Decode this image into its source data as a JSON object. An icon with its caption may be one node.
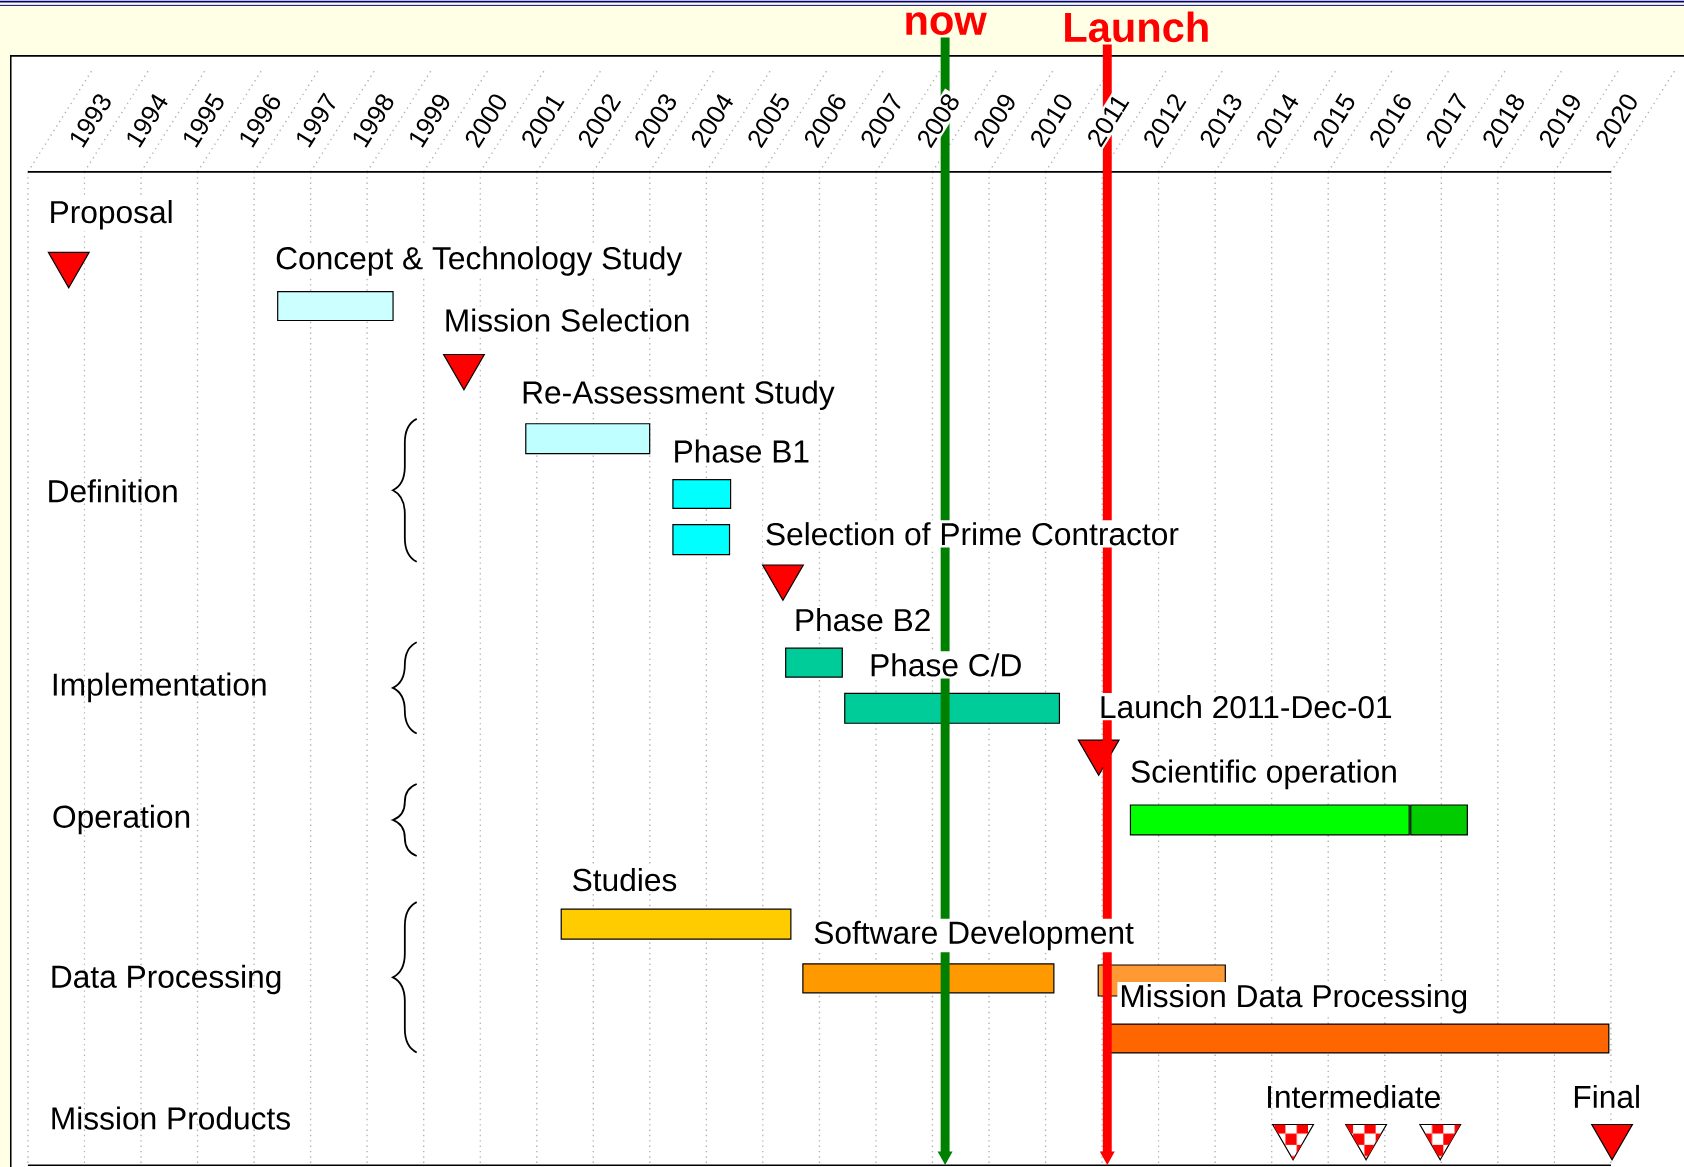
{
  "diagram": {
    "nodes": [
      {
        "text": [
          "Proposal"
        ]
      },
      {
        "text": [
          "Concept & Technology Study"
        ]
      },
      {
        "text": [
          "Mission Selection"
        ]
      },
      {
        "text": [
          "Re-Assessment Study"
        ]
      },
      {
        "text": [
          "Phase B1"
        ]
      },
      {
        "text": [],
        "shape": "bar"
      },
      {
        "text": [
          "Selection of Prime Contractor"
        ]
      },
      {
        "text": [
          "Phase B2"
        ]
      },
      {
        "text": [
          "Phase C/D"
        ]
      },
      {
        "text": [
          "Launch 2011-Dec-01"
        ]
      },
      {
        "text": [
          "Scientific operation"
        ]
      },
      {
        "text": [],
        "shape": "bar"
      },
      {
        "text": [
          "Studies"
        ]
      },
      {
        "text": [
          "Software Development"
        ]
      },
      {
        "text": [],
        "shape": "bar"
      },
      {
        "text": [
          "Mission Data Processing"
        ]
      },
      {
        "text": [],
        "shape": "triangle"
      },
      {
        "text": [],
        "shape": "triangle"
      },
      {
        "text": [],
        "shape": "triangle"
      },
      {
        "text": [
          "Final"
        ]
      },
      {
        "text": [
          "now"
        ]
      },
      {
        "text": [
          "Launch"
        ]
      }
    ],
    "edges": [
      {
        "from": 20,
        "to": null,
        "arrow": "to",
        "color": "#008000"
      },
      {
        "from": 21,
        "to": null,
        "arrow": "to",
        "color": "#ff0000"
      }
    ],
    "labels": [
      "1993",
      "1994",
      "1995",
      "1996",
      "1997",
      "1998",
      "1999",
      "2000",
      "2001",
      "2002",
      "2003",
      "2004",
      "2005",
      "2006",
      "2007",
      "2008",
      "2009",
      "2010",
      "2011",
      "2012",
      "2013",
      "2014",
      "2015",
      "2016",
      "2017",
      "2018",
      "2019",
      "2020",
      "Definition",
      "Implementation",
      "Operation",
      "Data Processing",
      "Mission Products",
      "Intermediate"
    ]
  }
}
